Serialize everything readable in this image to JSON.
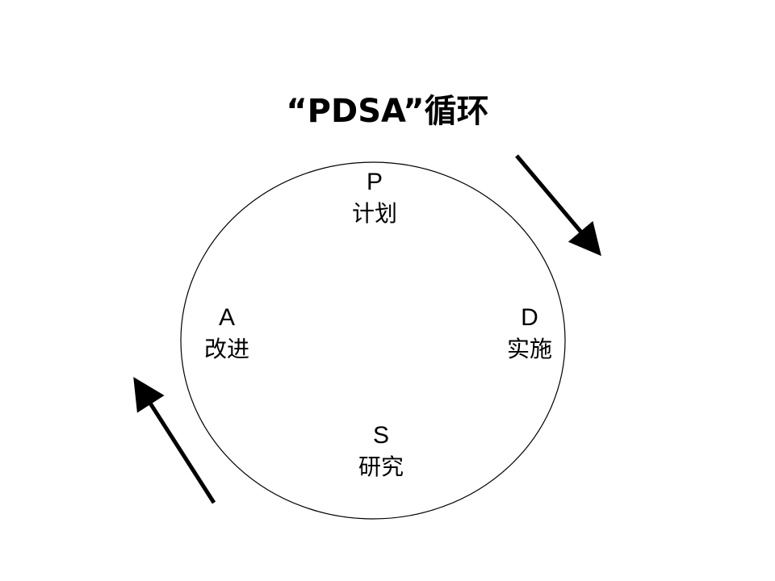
{
  "title": "“PDSA”循环",
  "stages": {
    "plan": {
      "letter": "P",
      "name": "计划"
    },
    "do": {
      "letter": "D",
      "name": "实施"
    },
    "study": {
      "letter": "S",
      "name": "研究"
    },
    "act": {
      "letter": "A",
      "name": "改进"
    }
  },
  "colors": {
    "background": "#ffffff",
    "line": "#000000"
  },
  "arrows": {
    "right": "arrow-down-right-icon",
    "left": "arrow-up-left-icon"
  }
}
